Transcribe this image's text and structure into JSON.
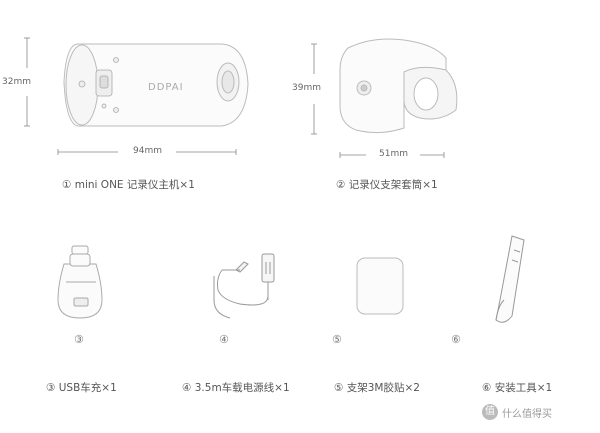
{
  "top_row": {
    "main_unit": {
      "height_label": "32mm",
      "width_label": "94mm",
      "brand_text": "DDPAI",
      "caption": "① mini ONE 记录仪主机×1"
    },
    "mount": {
      "height_label": "39mm",
      "width_label": "51mm",
      "caption": "② 记录仪支架套筒×1"
    }
  },
  "bottom_row": {
    "items": [
      {
        "number": "③",
        "caption": "③ USB车充×1"
      },
      {
        "number": "④",
        "caption": "④ 3.5m车载电源线×1"
      },
      {
        "number": "⑤",
        "caption": "⑤ 支架3M胶贴×2"
      },
      {
        "number": "⑥",
        "caption": "⑥ 安装工具×1"
      }
    ]
  },
  "watermark": {
    "badge": "值",
    "text": "什么值得买"
  }
}
